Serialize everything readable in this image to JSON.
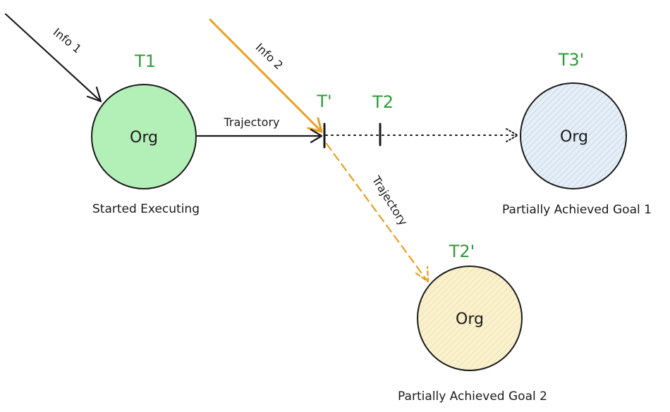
{
  "arrows": {
    "info1": "Info 1",
    "info2": "Info 2",
    "trajectory_main": "Trajectory",
    "trajectory_branch": "Trajectory"
  },
  "time_labels": {
    "t1": "T1",
    "t_prime": "T'",
    "t2": "T2",
    "t3_prime": "T3'",
    "t2_prime": "T2'"
  },
  "nodes": {
    "start": {
      "label": "Org",
      "caption": "Started Executing",
      "fill": "#b3f0b8"
    },
    "goal1": {
      "label": "Org",
      "caption": "Partially Achieved Goal 1",
      "fill": "#dde9f3"
    },
    "goal2": {
      "label": "Org",
      "caption": "Partially Achieved Goal 2",
      "fill": "#f7eec6"
    }
  },
  "colors": {
    "stroke": "#1a1a1a",
    "accent_orange": "#e8a020",
    "time_green": "#2e9c3a"
  }
}
